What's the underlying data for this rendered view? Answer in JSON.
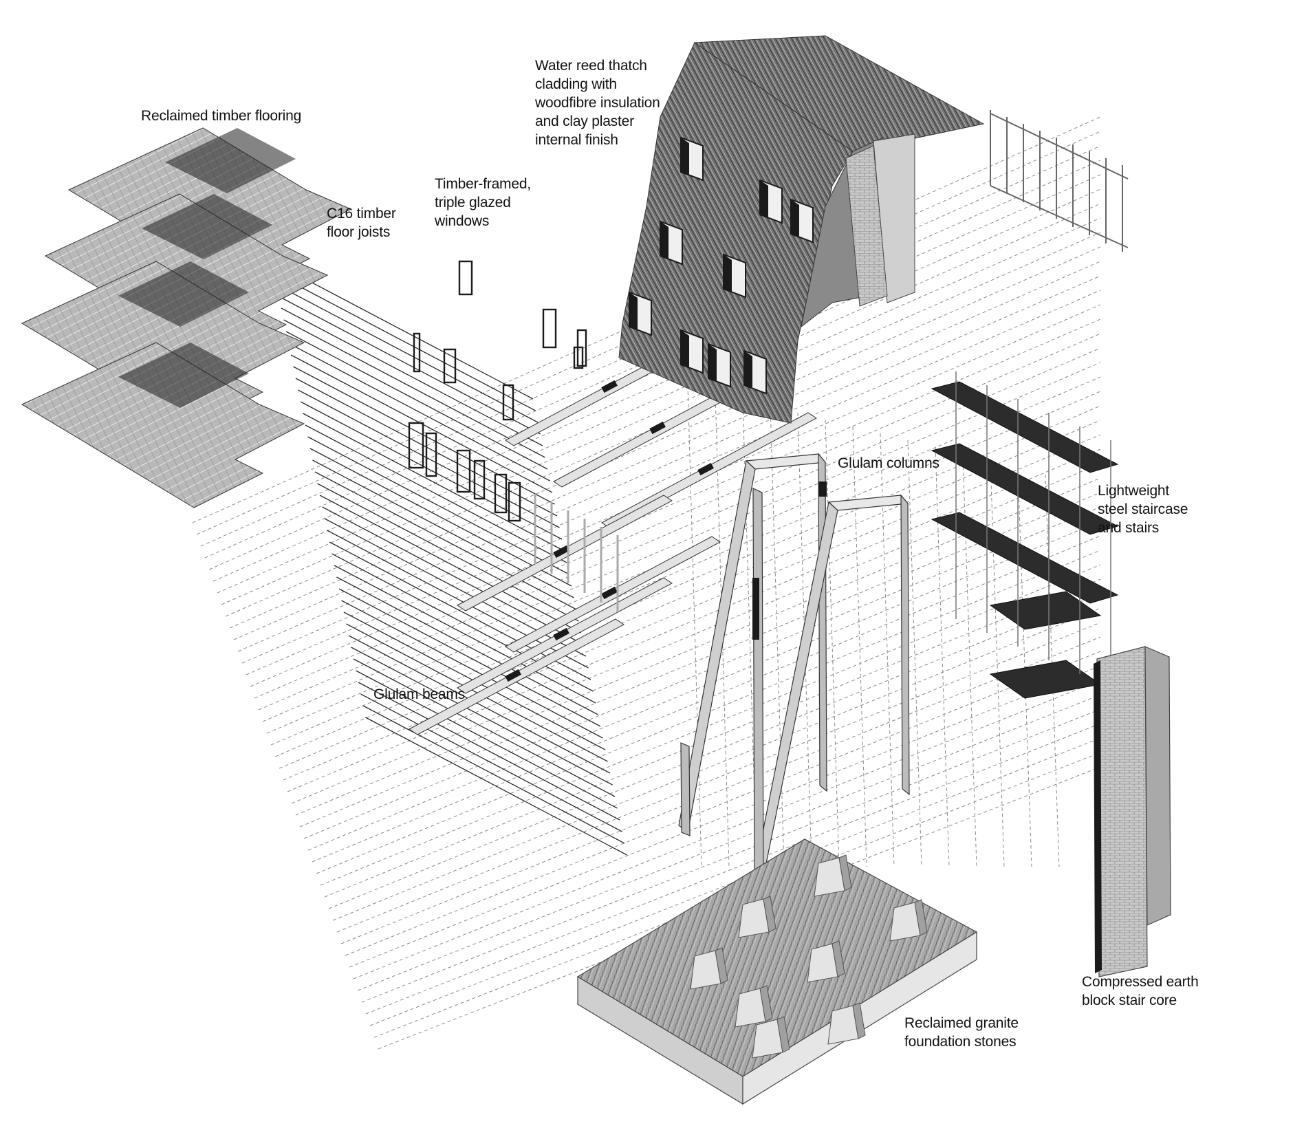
{
  "colors": {
    "background": "#ffffff",
    "line": "#555555",
    "dark": "#1a1a1a",
    "thatch": "#6f6f6f",
    "mid": "#9a9a9a",
    "light": "#d6d6d6",
    "grass": "#8c8c8c"
  },
  "labels": {
    "flooring": [
      "Reclaimed timber flooring"
    ],
    "joists": [
      "C16 timber",
      "floor joists"
    ],
    "windows": [
      "Timber-framed,",
      "triple glazed",
      "windows"
    ],
    "thatch": [
      "Water reed thatch",
      "cladding with",
      "woodfibre insulation",
      "and clay plaster",
      "internal finish"
    ],
    "columns": [
      "Glulam columns"
    ],
    "staircase": [
      "Lightweight",
      "steel staircase",
      "and stairs"
    ],
    "beams": [
      "Glulam beams"
    ],
    "stair_core": [
      "Compressed earth",
      "block stair core"
    ],
    "foundation": [
      "Reclaimed granite",
      "foundation stones"
    ]
  }
}
